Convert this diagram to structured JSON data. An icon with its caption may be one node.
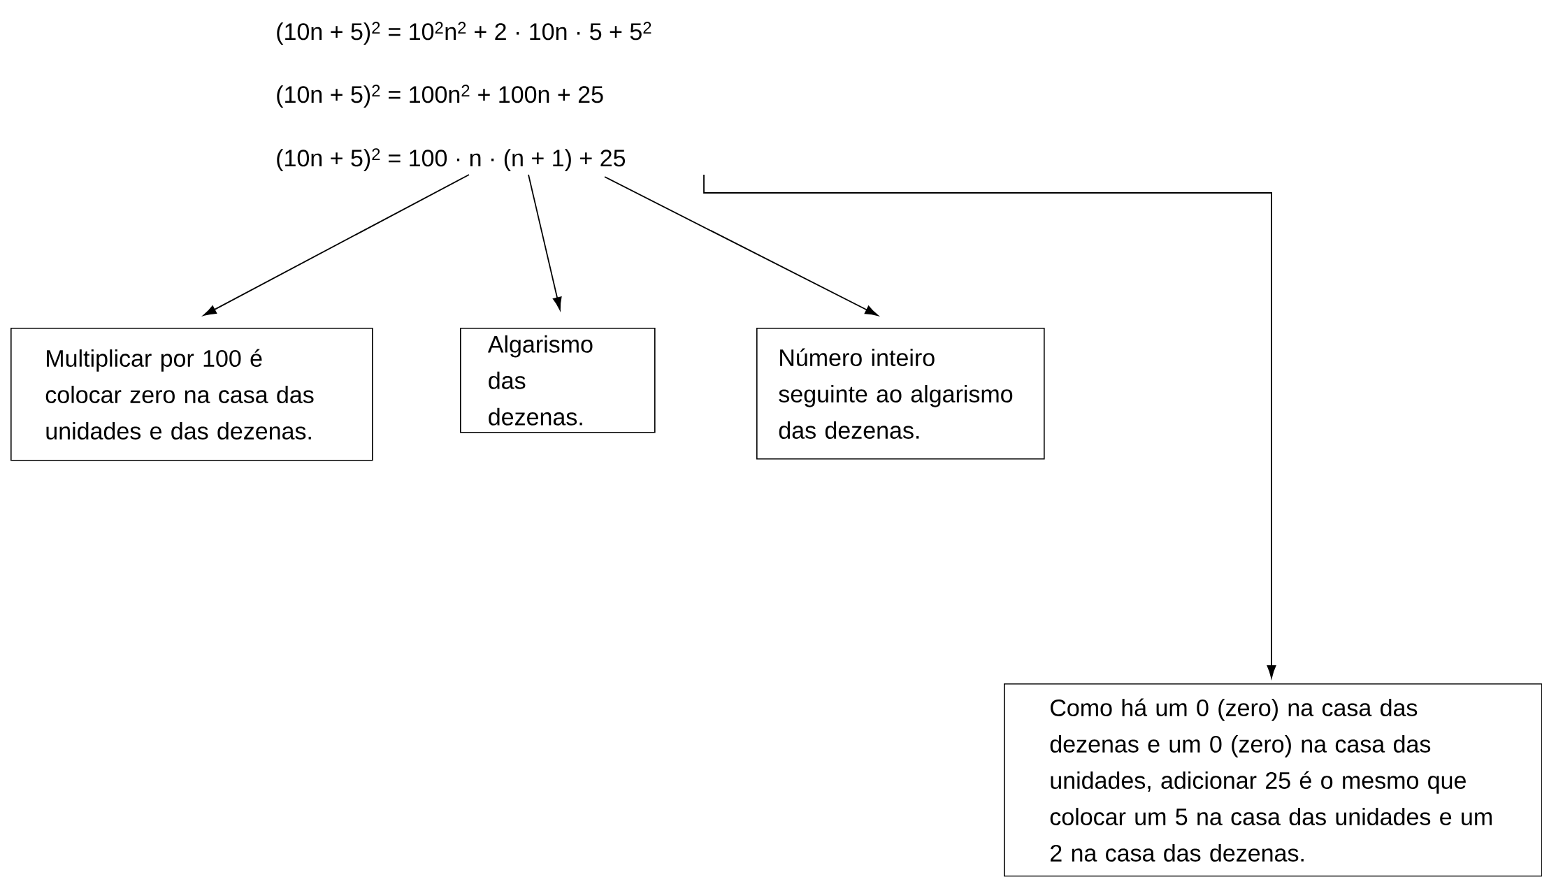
{
  "diagram": {
    "nodes": [
      {
        "text": [
          "(10n + 5)$^{2}$ = 100 · n · (n + 1) + 25"
        ]
      },
      {
        "text": [
          "Multiplicar por 100 é colocar zero na casa das unidades e das dezenas."
        ]
      },
      {
        "text": [
          "Algarismo das dezenas."
        ]
      },
      {
        "text": [
          "Número inteiro seguinte ao algarismo das dezenas."
        ]
      },
      {
        "text": [
          "Como há um 0 (zero) na casa das dezenas e um 0 (zero) na casa das unidades, adicionar 25 é o mesmo que colocar um 5 na casa das unidades e um 2 na casa das dezenas."
        ]
      }
    ],
    "edges": [
      {
        "from": 0,
        "to": 1,
        "arrow": "to"
      },
      {
        "from": 0,
        "to": 2,
        "arrow": "to"
      },
      {
        "from": 0,
        "to": 3,
        "arrow": "to"
      },
      {
        "from": 0,
        "to": 4,
        "arrow": "to"
      }
    ],
    "labels": [
      "(10n + 5)$^{2}$ = 10$^{2}$n$^{2}$ + 2 · 10n · 5 + 5$^{2}$",
      "(10n + 5)$^{2}$ = 100n$^{2}$ + 100n + 25"
    ]
  }
}
